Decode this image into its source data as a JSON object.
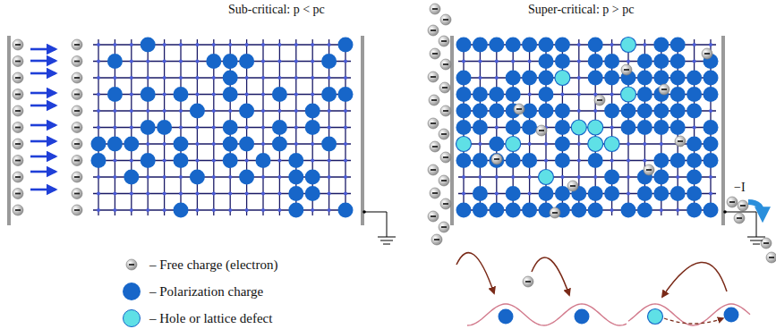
{
  "diagram": {
    "labels": [
      "Sub-critical: p < pc",
      "Super-critical: p > pc",
      "−I"
    ],
    "legend": [
      {
        "text": "– Free charge (electron)"
      },
      {
        "text": "– Polarization charge",
        "color": "#1766c9"
      },
      {
        "text": "– Hole or lattice defect",
        "color": "#5fe0e6"
      }
    ]
  }
}
